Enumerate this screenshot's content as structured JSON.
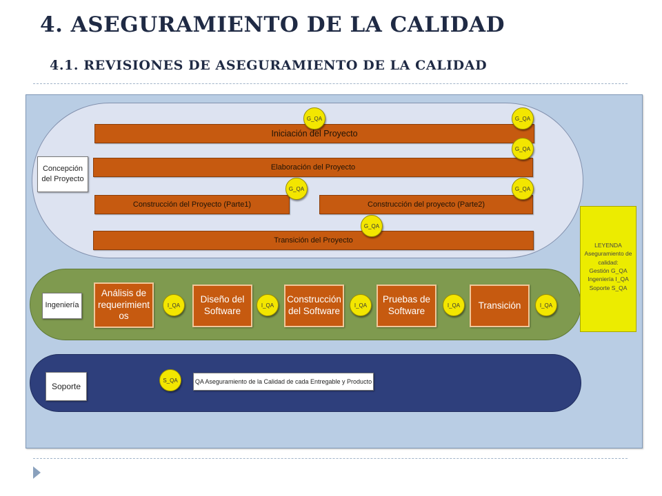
{
  "title": "4. ASEGURAMIENTO DE LA CALIDAD",
  "subtitle": "4.1.  REVISIONES DE ASEGURAMIENTO DE LA CALIDAD",
  "concepcion": {
    "label_line1": "Concepción",
    "label_line2": "del Proyecto",
    "bars": {
      "iniciacion": "Iniciación del Proyecto",
      "elaboracion": "Elaboración del Proyecto",
      "construccion1": "Construcción del Proyecto (Parte1)",
      "construccion2": "Construcción del proyecto (Parte2)",
      "transicion": "Transición del Proyecto"
    },
    "qa_marker": "G_QA"
  },
  "ingenieria": {
    "label": "Ingeniería",
    "steps": {
      "analisis_line1": "Análisis de",
      "analisis_line2": "requerimient",
      "analisis_line3": "os",
      "diseno_line1": "Diseño del",
      "diseno_line2": "Software",
      "construccion_line1": "Construcción",
      "construccion_line2": "del Software",
      "pruebas_line1": "Pruebas de",
      "pruebas_line2": "Software",
      "transicion": "Transición"
    },
    "qa_marker": "I_QA"
  },
  "soporte": {
    "label": "Soporte",
    "qa_marker": "S_QA",
    "description": "QA Aseguramiento de la Calidad de cada Entregable y Producto"
  },
  "legend": {
    "line1": "LEYENDA",
    "line2": "Aseguramiento de",
    "line3": "calidad:",
    "line4": "Gestión G_QA",
    "line5": "Ingeniería I_QA",
    "line6": "Soporte S_QA"
  },
  "colors": {
    "title": "#1f2a44",
    "panel": "#b9cde4",
    "concepcion_lane": "#dde3f1",
    "ingenieria_lane": "#7f9a4f",
    "soporte_lane": "#2e3f7c",
    "activity": "#c65a10",
    "qa_marker": "#f3e600",
    "legend": "#ecec00"
  }
}
